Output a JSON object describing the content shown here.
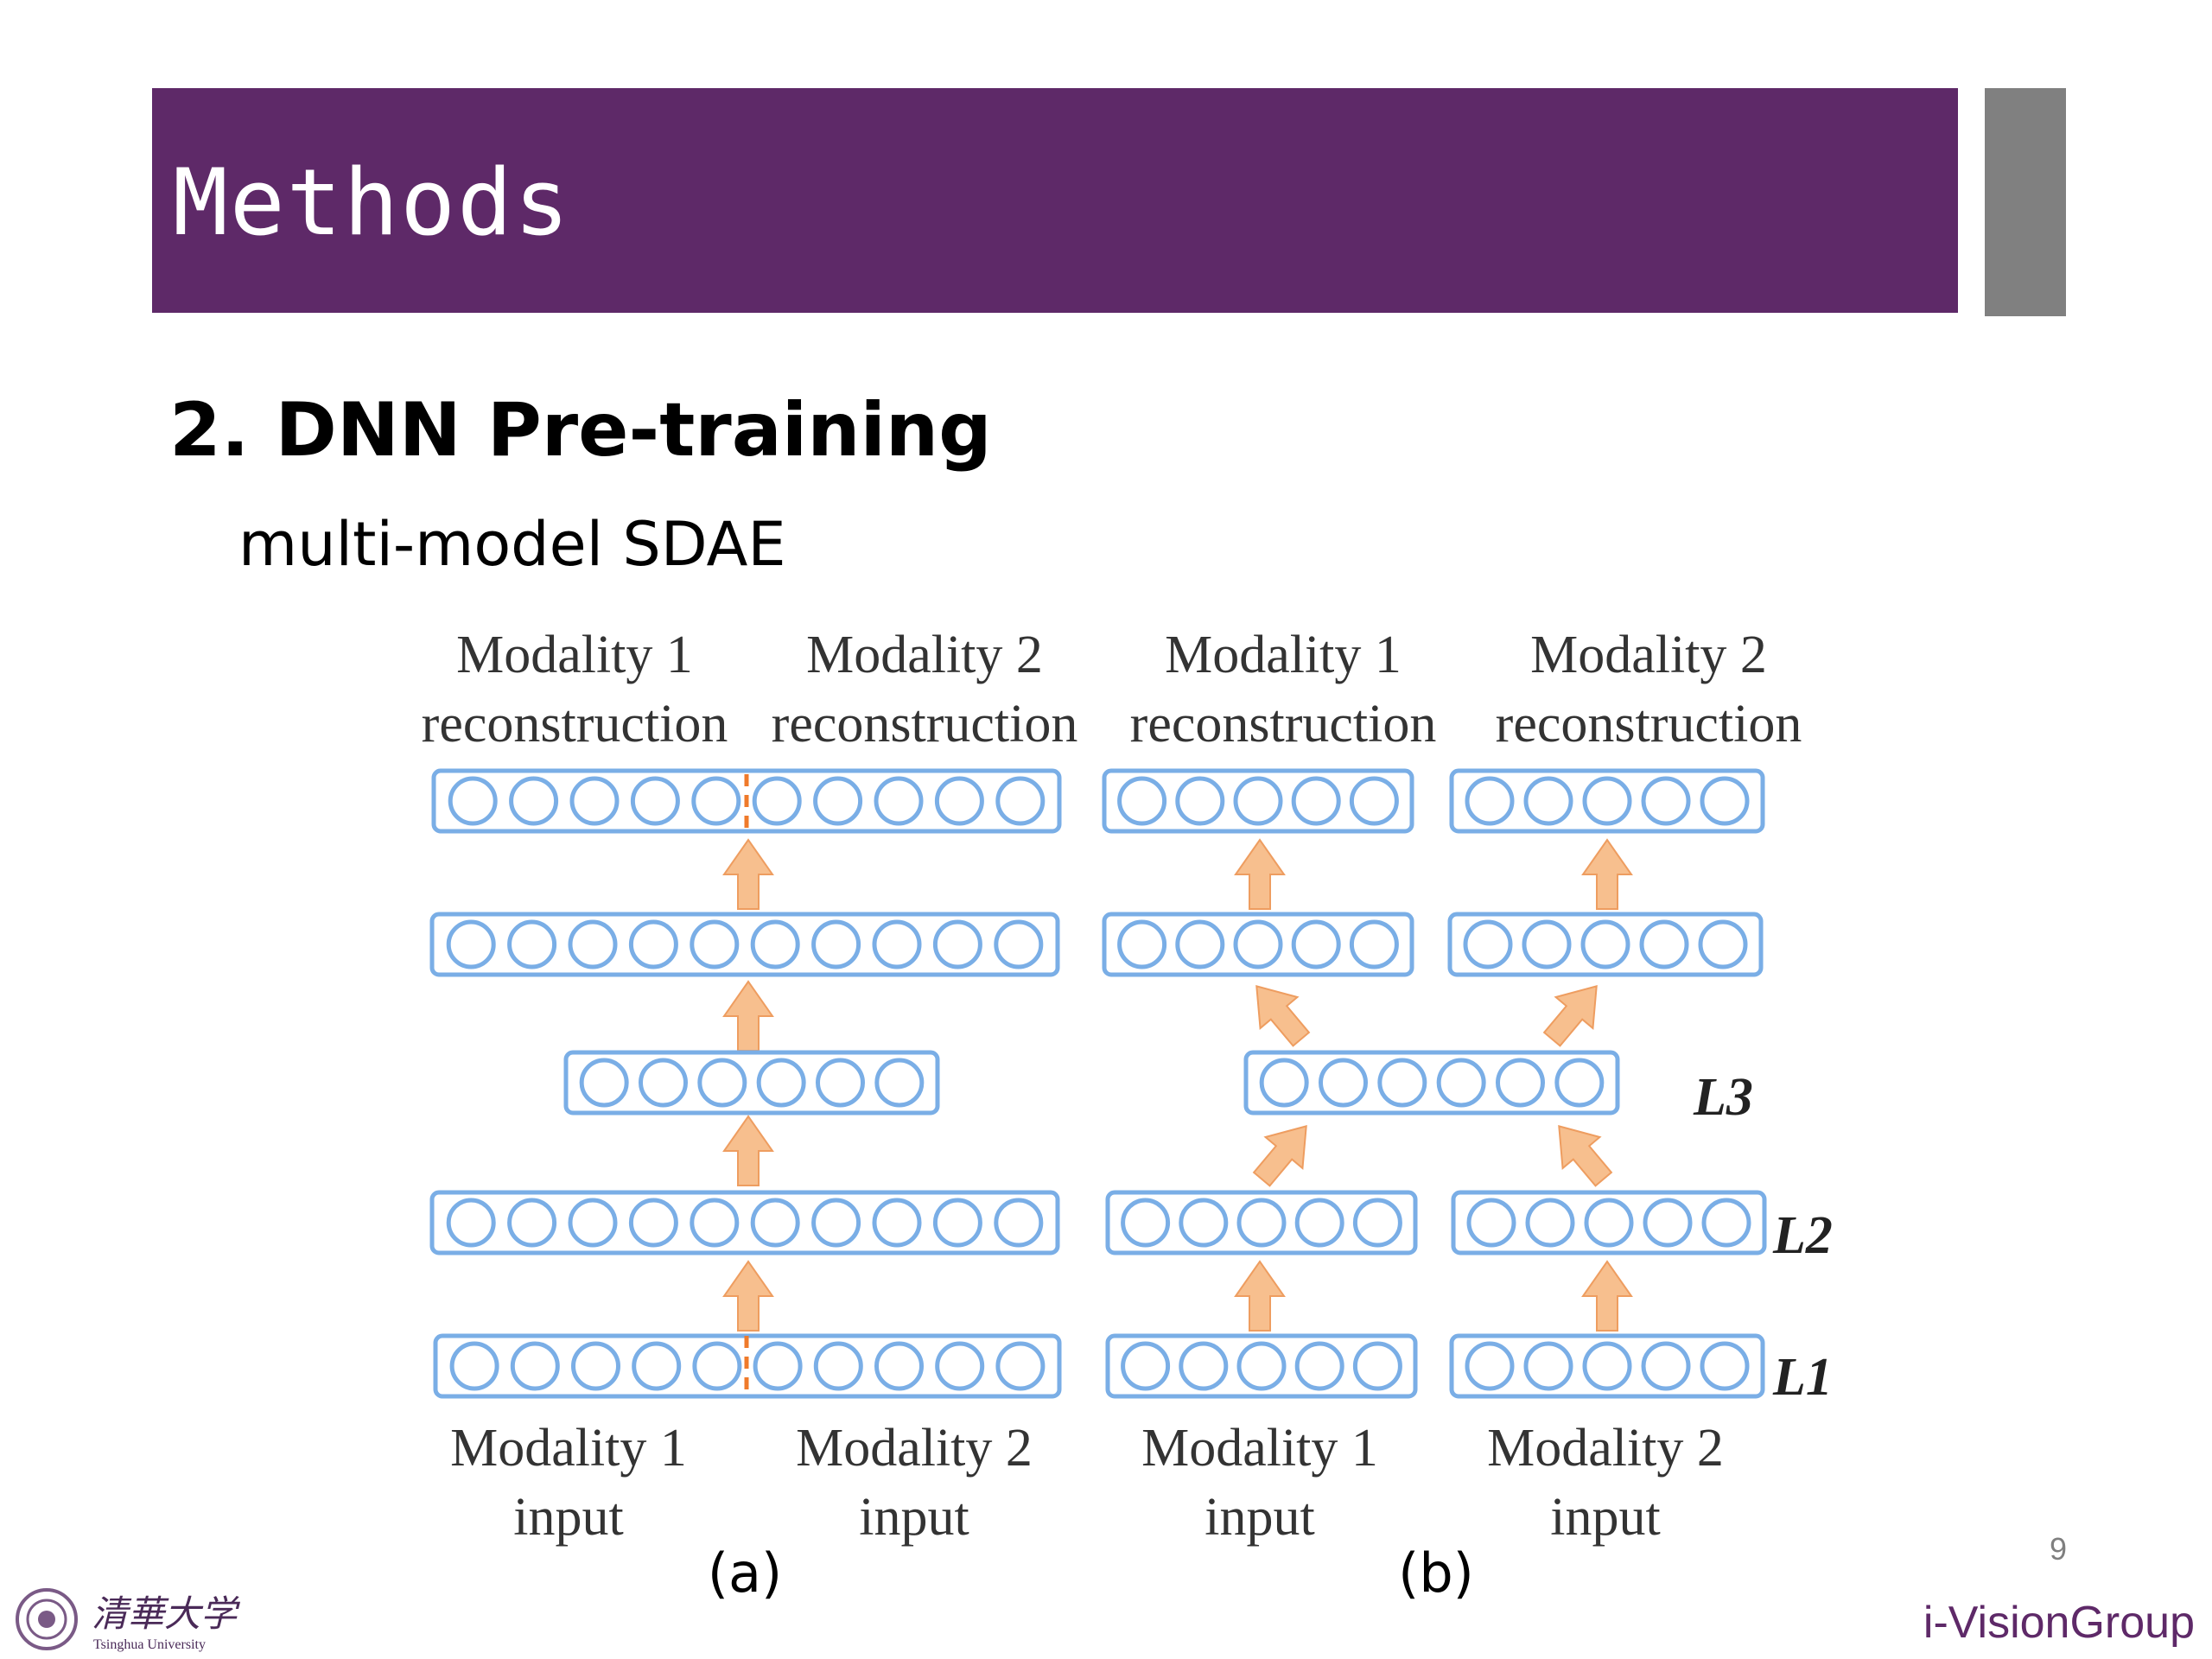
{
  "slide": {
    "title": "Methods",
    "heading": "2. DNN Pre-training",
    "subheading": "multi-model SDAE",
    "page_number": "9",
    "group": "i-VisionGroup"
  },
  "logo": {
    "chinese_name": "清華大学",
    "university": "Tsinghua University"
  },
  "figure": {
    "panel_a": {
      "label": "(a)",
      "top_labels": [
        {
          "line1": "Modality 1",
          "line2": "reconstruction"
        },
        {
          "line1": "Modality 2",
          "line2": "reconstruction"
        }
      ],
      "bottom_labels": [
        {
          "line1": "Modality 1",
          "line2": "input"
        },
        {
          "line1": "Modality 2",
          "line2": "input"
        }
      ]
    },
    "panel_b": {
      "label": "(b)",
      "top_labels": [
        {
          "line1": "Modality 1",
          "line2": "reconstruction"
        },
        {
          "line1": "Modality 2",
          "line2": "reconstruction"
        }
      ],
      "bottom_labels": [
        {
          "line1": "Modality 1",
          "line2": "input"
        },
        {
          "line1": "Modality 2",
          "line2": "input"
        }
      ],
      "layer_labels": [
        "L3",
        "L2",
        "L1"
      ]
    },
    "colors": {
      "layer_stroke": "#7aaee6",
      "arrow_fill": "#f7bf8e",
      "divider": "#ef7a2a",
      "banner": "#5e2968"
    }
  }
}
